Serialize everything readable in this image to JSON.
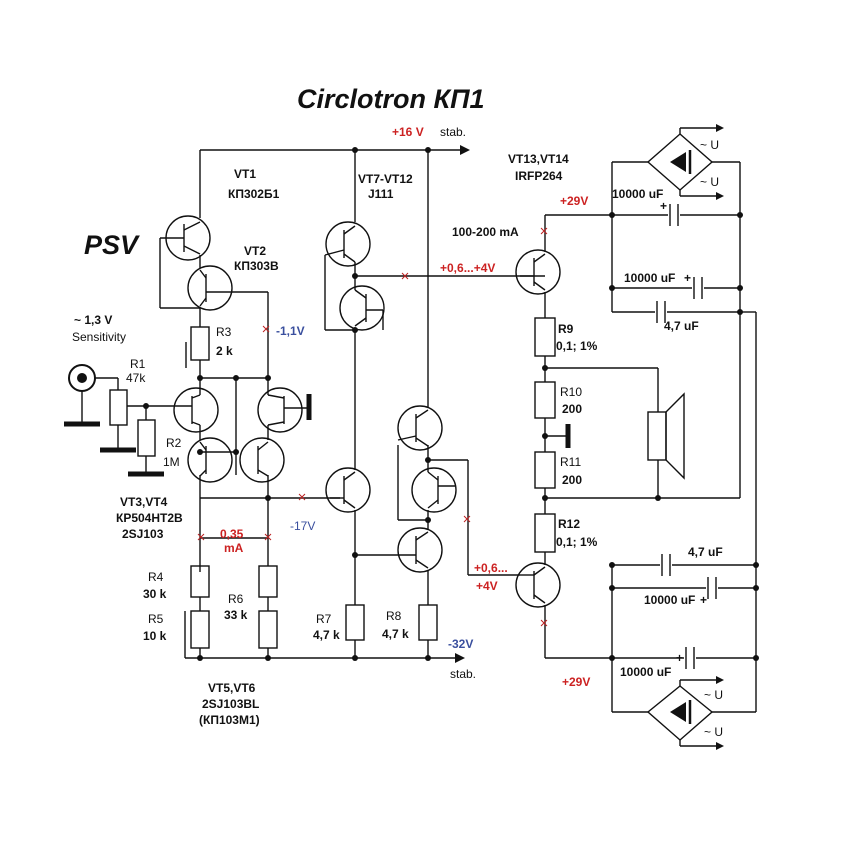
{
  "title": "Circlotron КП1",
  "psv": "PSV",
  "input": {
    "level": "~ 1,3 V",
    "sensitivity": "Sensitivity"
  },
  "rails": {
    "pos": "+16 V",
    "pos_stab": "stab.",
    "neg": "-32V",
    "neg_stab": "stab."
  },
  "parts": {
    "vt1": "VT1",
    "vt1_type": "КП302Б1",
    "vt2": "VT2",
    "vt2_type": "КП303В",
    "vt3_4": "VT3,VT4",
    "vt3_4_type": "КР504НТ2В",
    "vt3_4_alt": "2SJ103",
    "vt5_6": "VT5,VT6",
    "vt5_6_type": "2SJ103BL",
    "vt5_6_alt": "(КП103М1)",
    "vt7_12": "VT7-VT12",
    "vt7_12_type": "J111",
    "vt13_14": "VT13,VT14",
    "vt13_14_type": "IRFP264",
    "r1": "R1",
    "r1_val": "47k",
    "r2": "R2",
    "r2_val": "1M",
    "r3": "R3",
    "r3_val": "2 k",
    "r4": "R4",
    "r4_val": "30 k",
    "r5": "R5",
    "r5_val": "10 k",
    "r6": "R6",
    "r6_val": "33 k",
    "r7": "R7",
    "r7_val": "4,7 k",
    "r8": "R8",
    "r8_val": "4,7 k",
    "r9": "R9",
    "r9_val": "0,1; 1%",
    "r10": "R10",
    "r10_val": "200",
    "r11": "R11",
    "r11_val": "200",
    "r12": "R12",
    "r12_val": "0,1; 1%"
  },
  "annotations": {
    "v_neg11": "-1,1V",
    "i_035": "0,35",
    "i_ma": "mA",
    "v_neg17": "-17V",
    "bias_top": "+0,6...+4V",
    "bias_bot_1": "+0,6...",
    "bias_bot_2": "+4V",
    "idle": "100-200 mA",
    "v29_top": "+29V",
    "v29_bot": "+29V"
  },
  "psu": {
    "cap_10000": "10000 uF",
    "cap_47": "4,7 uF",
    "plus": "+",
    "ac_u": "~ U"
  },
  "colors": {
    "red": "#cc2222",
    "blue": "#3a4f9e",
    "wire": "#111111"
  }
}
